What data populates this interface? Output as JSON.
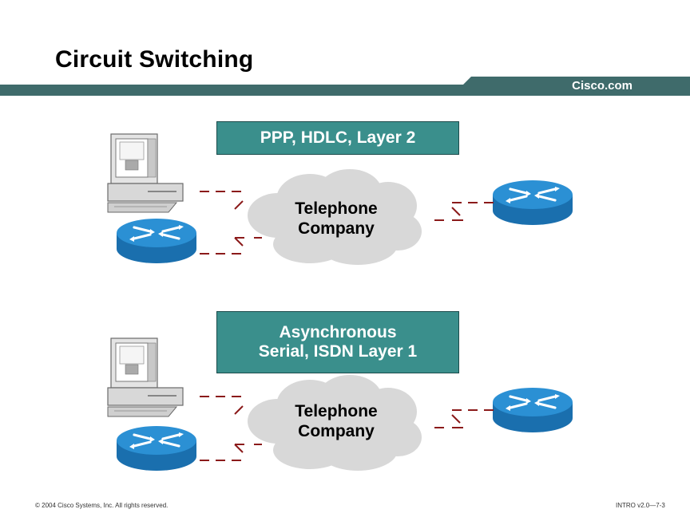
{
  "slide": {
    "title": "Circuit Switching",
    "brand": "Cisco.com"
  },
  "colors": {
    "header_bar": "#3f6b6b",
    "box_fill": "#3a8f8c",
    "router_blue": "#1e88c8",
    "cloud_gray": "#d8d8d8",
    "link_red": "#8b1a1a"
  },
  "sections": [
    {
      "label": "PPP, HDLC, Layer 2",
      "cloud_line1": "Telephone",
      "cloud_line2": "Company"
    },
    {
      "label_line1": "Asynchronous",
      "label_line2": "Serial, ISDN Layer 1",
      "cloud_line1": "Telephone",
      "cloud_line2": "Company"
    }
  ],
  "footer": {
    "copyright": "© 2004 Cisco Systems, Inc. All rights reserved.",
    "page": "INTRO v2.0—7-3"
  }
}
